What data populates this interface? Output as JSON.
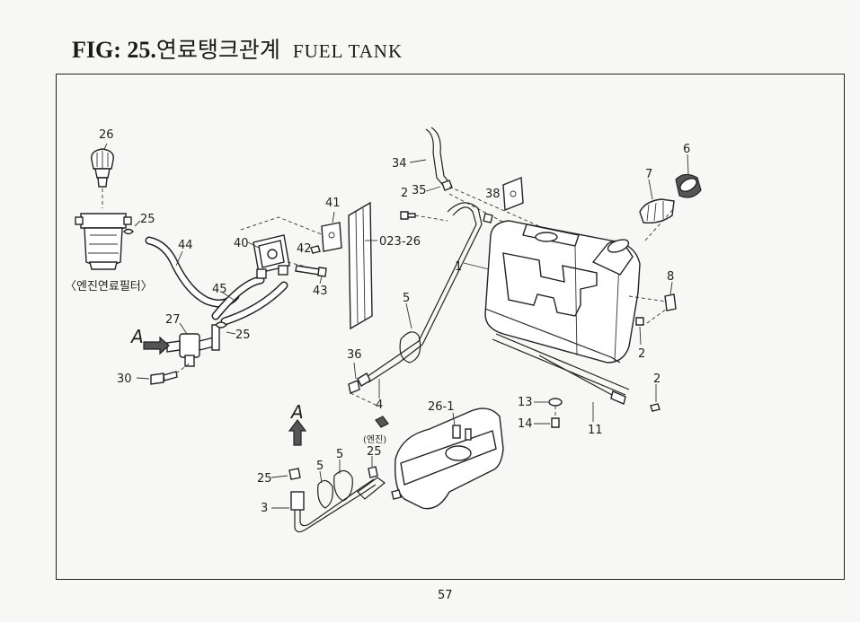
{
  "title": {
    "prefix": "FIG: 25.",
    "korean": "연료탱크관계",
    "english": "FUEL TANK"
  },
  "page_number": "57",
  "labels": {
    "p26": "26",
    "p25a": "25",
    "p44": "44",
    "p41": "41",
    "p40": "40",
    "p42": "42",
    "p43": "43",
    "p023_26": "023-26",
    "p45": "45",
    "p27": "27",
    "p25b": "25",
    "p30": "30",
    "arrowA1": "A",
    "filter_caption": "〈엔진연료필터〉",
    "p34": "34",
    "p35": "35",
    "p38": "38",
    "p2a": "2",
    "p1": "1",
    "p5a": "5",
    "p36": "36",
    "p4": "4",
    "engine_caption": "(엔진)",
    "p6": "6",
    "p7": "7",
    "p8": "8",
    "p2b": "2",
    "p2c": "2",
    "p13": "13",
    "p14": "14",
    "p11": "11",
    "p26_1": "26-1",
    "arrowA2": "A",
    "p25c": "25",
    "p5b": "5",
    "p5c": "5",
    "p25d": "25",
    "p3": "3"
  }
}
